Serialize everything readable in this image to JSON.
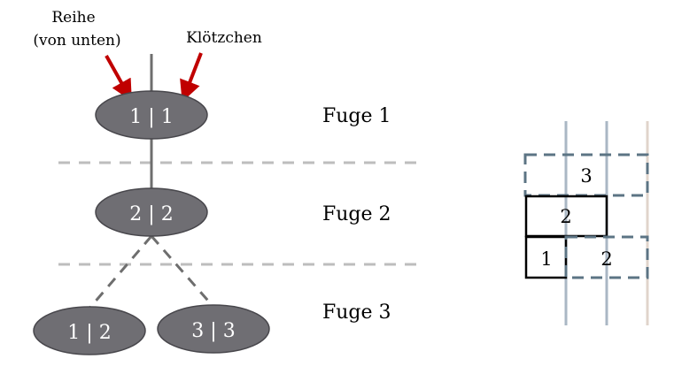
{
  "annotations": {
    "row_label_line1": "Reihe",
    "row_label_line2": "(von unten)",
    "block_label": "Klötzchen"
  },
  "tree": {
    "nodes": [
      {
        "id": "n11",
        "label": "1 | 1"
      },
      {
        "id": "n22",
        "label": "2 | 2"
      },
      {
        "id": "n12",
        "label": "1 | 2"
      },
      {
        "id": "n33",
        "label": "3 | 3"
      }
    ]
  },
  "levels": [
    {
      "label": "Fuge 1"
    },
    {
      "label": "Fuge 2"
    },
    {
      "label": "Fuge 3"
    }
  ],
  "blocks": [
    {
      "label": "3"
    },
    {
      "label": "2"
    },
    {
      "label": "1"
    },
    {
      "label": "2"
    }
  ],
  "colors": {
    "node_fill": "#6f6e73",
    "node_stroke": "#48474c",
    "arrow": "#c00000",
    "separator": "#bdbdbd",
    "tree_edge": "#6e6e6e",
    "dashed_edge": "#6e6e6e",
    "grid_line": "#aab7c4",
    "grid_line_alt": "#e0d4cb",
    "dashed_block": "#5c7484",
    "solid_block": "#000000"
  }
}
